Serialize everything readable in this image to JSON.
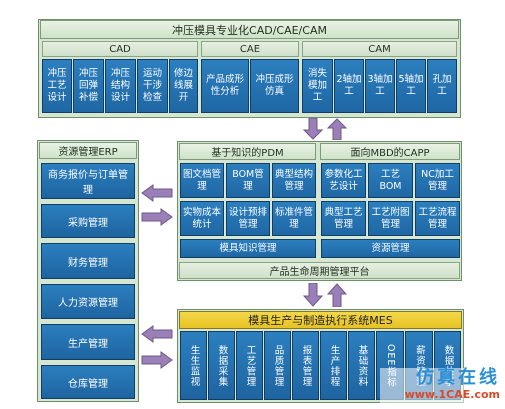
{
  "top": {
    "title": "冲压模具专业化CAD/CAE/CAM",
    "cad_label": "CAD",
    "cae_label": "CAE",
    "cam_label": "CAM",
    "cad_items": [
      "冲压工艺设计",
      "冲压回弹补偿",
      "冲压结构设计",
      "运动干涉检查",
      "修边线展开"
    ],
    "cae_items": [
      "产品成形性分析",
      "冲压成形仿真"
    ],
    "cam_items": [
      "消失模加工",
      "2轴加工",
      "3轴加工",
      "5轴加工",
      "孔加工"
    ]
  },
  "erp": {
    "title": "资源管理ERP",
    "items": [
      "商务报价与订单管理",
      "采购管理",
      "财务管理",
      "人力资源管理",
      "生产管理",
      "仓库管理"
    ]
  },
  "pdm": {
    "title": "基于知识的PDM",
    "items": [
      "图文档管理",
      "BOM管理",
      "典型结构管理",
      "实物成本统计",
      "设计预排管理",
      "标准件管理"
    ],
    "footer": "模具知识管理"
  },
  "capp": {
    "title": "面向MBD的CAPP",
    "items": [
      "参数化工艺设计",
      "工艺BOM",
      "NC加工管理",
      "典型工艺管理",
      "工艺附图管理",
      "工艺流程管理"
    ],
    "footer": "资源管理"
  },
  "plm": {
    "label": "产品生命周期管理平台"
  },
  "mes": {
    "title": "模具生产与制造执行系统MES",
    "items": [
      "生生监视",
      "数据采集",
      "工艺管理",
      "品质管理",
      "报表管理",
      "生产排程",
      "基础资料",
      "OEE指标",
      "薪资管理",
      "数据共享"
    ]
  },
  "watermark": {
    "line1": "仿真在线",
    "line2": "www.1CAE.com"
  }
}
